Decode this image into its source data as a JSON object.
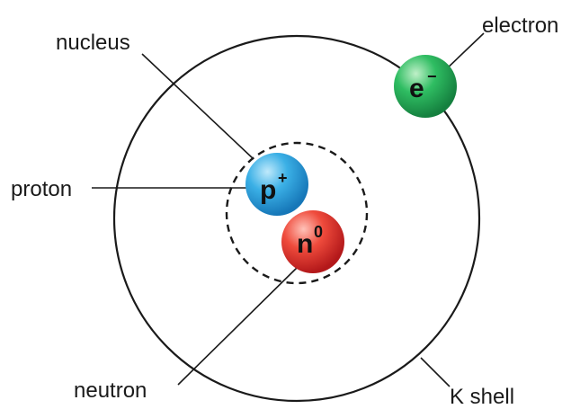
{
  "labels": {
    "nucleus": "nucleus",
    "proton": "proton",
    "neutron": "neutron",
    "electron": "electron",
    "k_shell": "K shell"
  },
  "particles": {
    "proton": {
      "symbol": "p",
      "superscript": "+"
    },
    "neutron": {
      "symbol": "n",
      "superscript": "0"
    },
    "electron": {
      "symbol": "e",
      "superscript": "−"
    }
  },
  "colors": {
    "proton": "#2a9fd8",
    "neutron": "#e0302a",
    "electron": "#22a655",
    "line": "#1a1a1a"
  }
}
